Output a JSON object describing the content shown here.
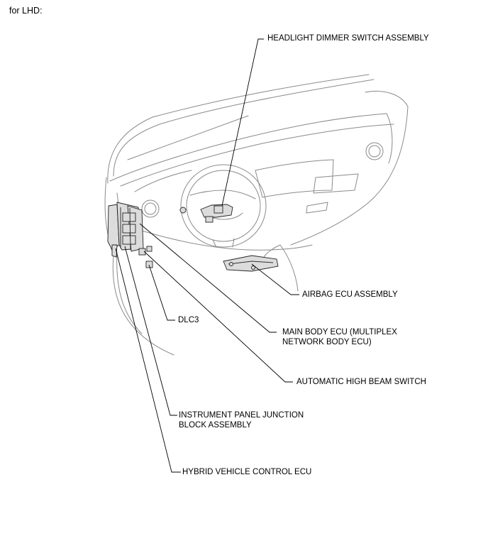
{
  "diagram": {
    "title": "for LHD:",
    "labels": {
      "headlight_dimmer": "HEADLIGHT DIMMER SWITCH ASSEMBLY",
      "airbag_ecu": "AIRBAG ECU ASSEMBLY",
      "dlc3": "DLC3",
      "main_body_ecu_line1": "MAIN BODY ECU (MULTIPLEX",
      "main_body_ecu_line2": "NETWORK BODY ECU)",
      "auto_high_beam": "AUTOMATIC HIGH BEAM SWITCH",
      "ip_junction_line1": "INSTRUMENT PANEL JUNCTION",
      "ip_junction_line2": "BLOCK ASSEMBLY",
      "hv_control_ecu": "HYBRID VEHICLE CONTROL ECU"
    }
  }
}
